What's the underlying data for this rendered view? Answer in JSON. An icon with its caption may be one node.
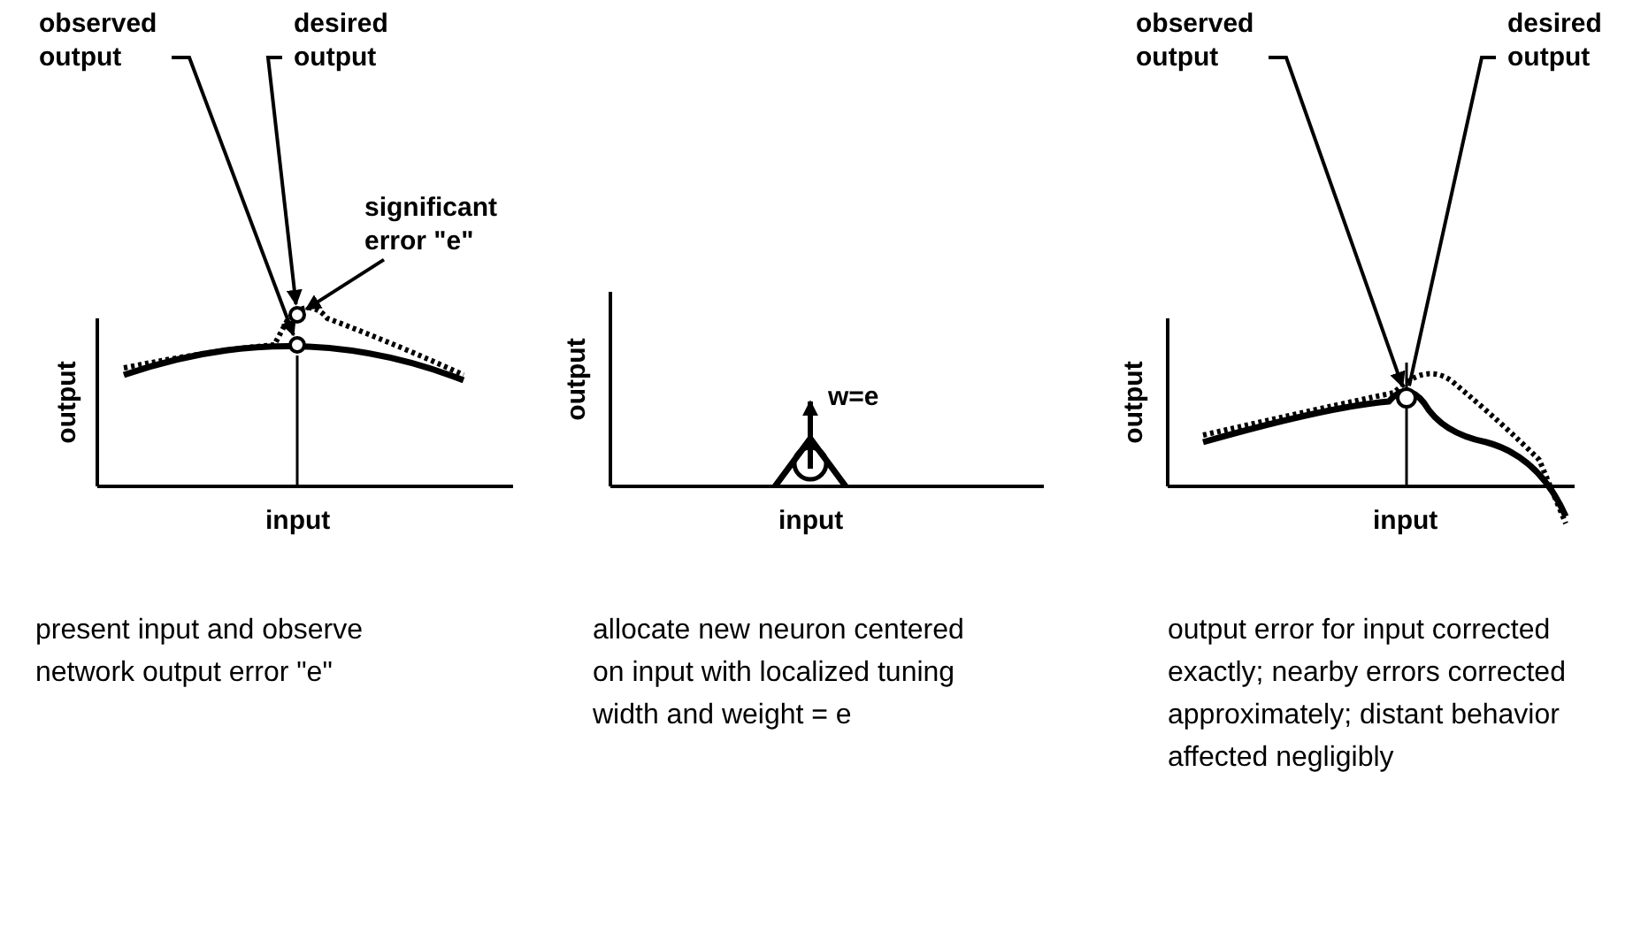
{
  "diagram": {
    "nodes": [
      {
        "text": [
          "observed output"
        ]
      },
      {
        "text": [
          "desired output"
        ]
      },
      {
        "text": [
          "significant error \"e\""
        ]
      },
      {
        "text": [],
        "shape": "circle"
      },
      {
        "text": [],
        "shape": "circle"
      },
      {
        "text": [
          "observed output"
        ]
      },
      {
        "text": [
          "desired output"
        ]
      },
      {
        "text": [],
        "shape": "circle"
      }
    ],
    "edges": [
      {
        "from": 0,
        "to": 3,
        "arrow": "to"
      },
      {
        "from": 1,
        "to": 4,
        "arrow": "to"
      },
      {
        "from": 2,
        "to": 4,
        "arrow": "to"
      },
      {
        "from": 5,
        "to": 7,
        "arrow": "to"
      },
      {
        "from": 6,
        "to": 7,
        "arrow": "none"
      }
    ],
    "labels": [
      "output",
      "input",
      "w=e",
      "output",
      "input",
      "output",
      "input",
      "present input and observe network output error \"e\"",
      "allocate new neuron centered on input with localized tuning width and weight = e",
      "output error for input corrected exactly; nearby errors corrected approximately; distant behavior affected negligibly"
    ]
  }
}
